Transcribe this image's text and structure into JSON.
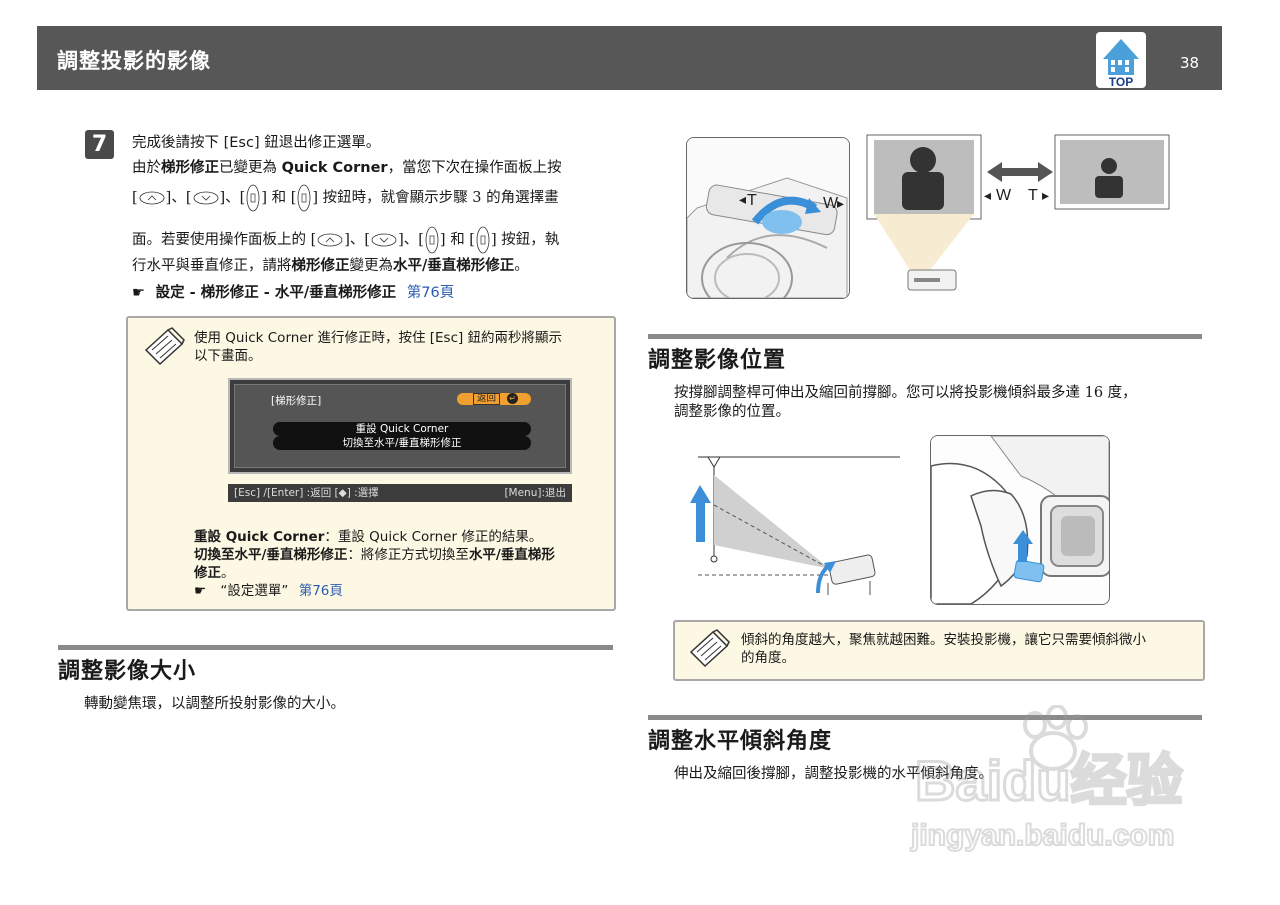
{
  "header": {
    "title": "調整投影的影像",
    "top_label": "TOP",
    "page_number": "38"
  },
  "step": {
    "number": "7",
    "l1": "完成後請按下 [Esc] 鈕退出修正選單。",
    "l2_a": "由於",
    "l2_b": "梯形修正",
    "l2_c": "已變更為 ",
    "l2_d": "Quick Corner",
    "l2_e": "，當您下次在操作面板上按",
    "l3_a": "[",
    "l3_b": "]、[",
    "l3_c": "]、[",
    "l3_d": "] 和 [",
    "l3_e": "] 按鈕時，就會顯示步驟 3 的角選擇畫",
    "l4_a": "面。若要使用操作面板上的 [",
    "l4_b": "]、[",
    "l4_c": "]、[",
    "l4_d": "] 和 [",
    "l4_e": "] 按鈕，執",
    "l5_a": "行水平與垂直修正，請將",
    "l5_b": "梯形修正",
    "l5_c": "變更為",
    "l5_d": "水平/垂直梯形修正",
    "l5_e": "。",
    "ref_icon": "☛",
    "ref_text": "設定 - 梯形修正 - 水平/垂直梯形修正",
    "ref_link": "第76頁"
  },
  "note1": {
    "l1": "使用 Quick Corner 進行修正時，按住 [Esc] 鈕約兩秒將顯示",
    "l2": "以下畫面。",
    "menu_title": "[梯形修正]",
    "menu_return": "返回",
    "menu_item1": "重設 Quick Corner",
    "menu_item2": "切換至水平/垂直梯形修正",
    "menu_foot_left": "[Esc] /[Enter] :返回  [◆] :選擇",
    "menu_foot_right": "[Menu]:退出",
    "d1_a": "重設 Quick Corner",
    "d1_b": "：重設 Quick Corner 修正的結果。",
    "d2_a": "切換至水平/垂直梯形修正",
    "d2_b": "：將修正方式切換至",
    "d2_c": "水平/垂直梯形",
    "d3_a": "修正",
    "d3_b": "。",
    "ref_icon": "☛",
    "ref_text": "“設定選單”",
    "ref_link": "第76頁"
  },
  "size_section": {
    "title": "調整影像大小",
    "body": "轉動變焦環，以調整所投射影像的大小。"
  },
  "position_section": {
    "title": "調整影像位置",
    "body1": "按撐腳調整桿可伸出及縮回前撐腳。您可以將投影機傾斜最多達 16 度，",
    "body2": "調整影像的位置。"
  },
  "note2": {
    "l1": "傾斜的角度越大，聚焦就越困難。安裝投影機，讓它只需要傾斜微小",
    "l2": "的角度。"
  },
  "tilt_section": {
    "title": "調整水平傾斜角度",
    "body": "伸出及縮回後撐腳，調整投影機的水平傾斜角度。"
  },
  "zoom_figure": {
    "label_t": "T",
    "label_w": "W",
    "label_w2": "W",
    "label_t2": "T"
  },
  "watermark": {
    "line1": "Baidu经验",
    "line2": "jingyan.baidu.com"
  }
}
